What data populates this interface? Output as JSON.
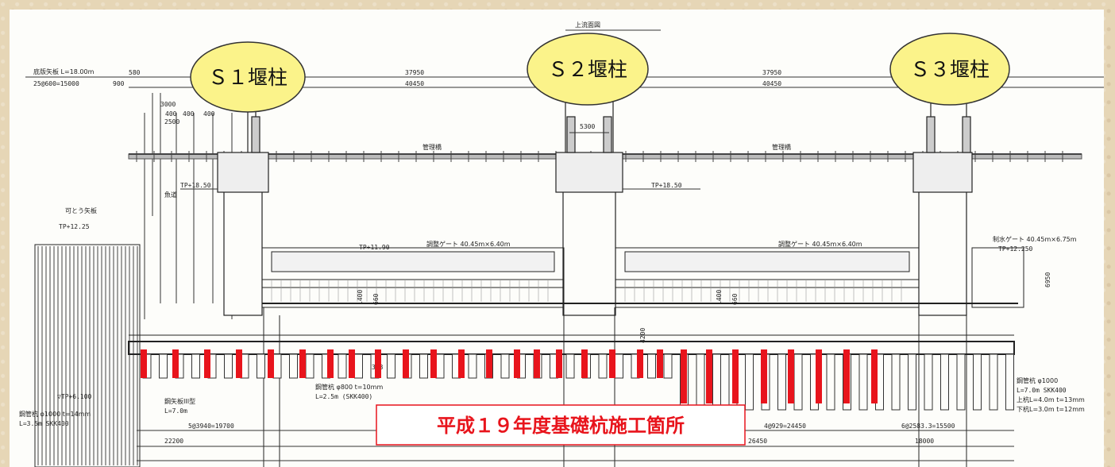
{
  "drawing": {
    "title": "上流面図",
    "top_dims": [
      "37950",
      "40450",
      "37950",
      "40450"
    ],
    "left_top_labels": [
      "底版矢板 L=18.00m",
      "25@600=15000",
      "580",
      "900",
      "3000",
      "2500",
      "400",
      "400",
      "400"
    ],
    "bridge_labels": [
      "管理橋",
      "管理橋"
    ],
    "gate_span": "5300",
    "tp_labels": [
      "TP+18.50",
      "TP+18.50",
      "TP+11.90",
      "TP+12.25",
      "TP+12.250"
    ],
    "left_labels": [
      "可とう矢板",
      "魚道",
      "▽TP+6.100",
      "鋼管杭 φ1000 t=14mm",
      "L=3.5m SKK400",
      "鋼矢板III型",
      "L=7.0m"
    ],
    "gate_labels": [
      "調整ゲート 40.45m×6.40m",
      "調整ゲート 40.45m×6.40m",
      "制水ゲート 40.45m×6.75m"
    ],
    "pile_label": [
      "鋼管杭 φ800 t=10mm",
      "L=2.5m (SKK400)"
    ],
    "right_labels": [
      "鋼管杭 φ1000",
      "L=7.0m SKK400",
      "上杭L=4.0m t=13mm",
      "下杭L=3.0m t=12mm"
    ],
    "vertical_dims": [
      "1400",
      "660",
      "1400",
      "660",
      "4200",
      "6950"
    ],
    "bottom_dims": [
      "5@3940=19700",
      "22200",
      "26450",
      "18000",
      "4@929=24450",
      "26450",
      "6@2583.3=15500",
      "18000",
      "3.3"
    ],
    "pillars": [
      {
        "label": "Ｓ１堰柱"
      },
      {
        "label": "Ｓ２堰柱"
      },
      {
        "label": "Ｓ３堰柱"
      }
    ],
    "annotation": "平成１９年度基礎杭施工箇所",
    "colors": {
      "highlight": "#e8141c",
      "bubble": "#fbf38a",
      "line": "#222222",
      "background": "#e6d6b6"
    }
  }
}
